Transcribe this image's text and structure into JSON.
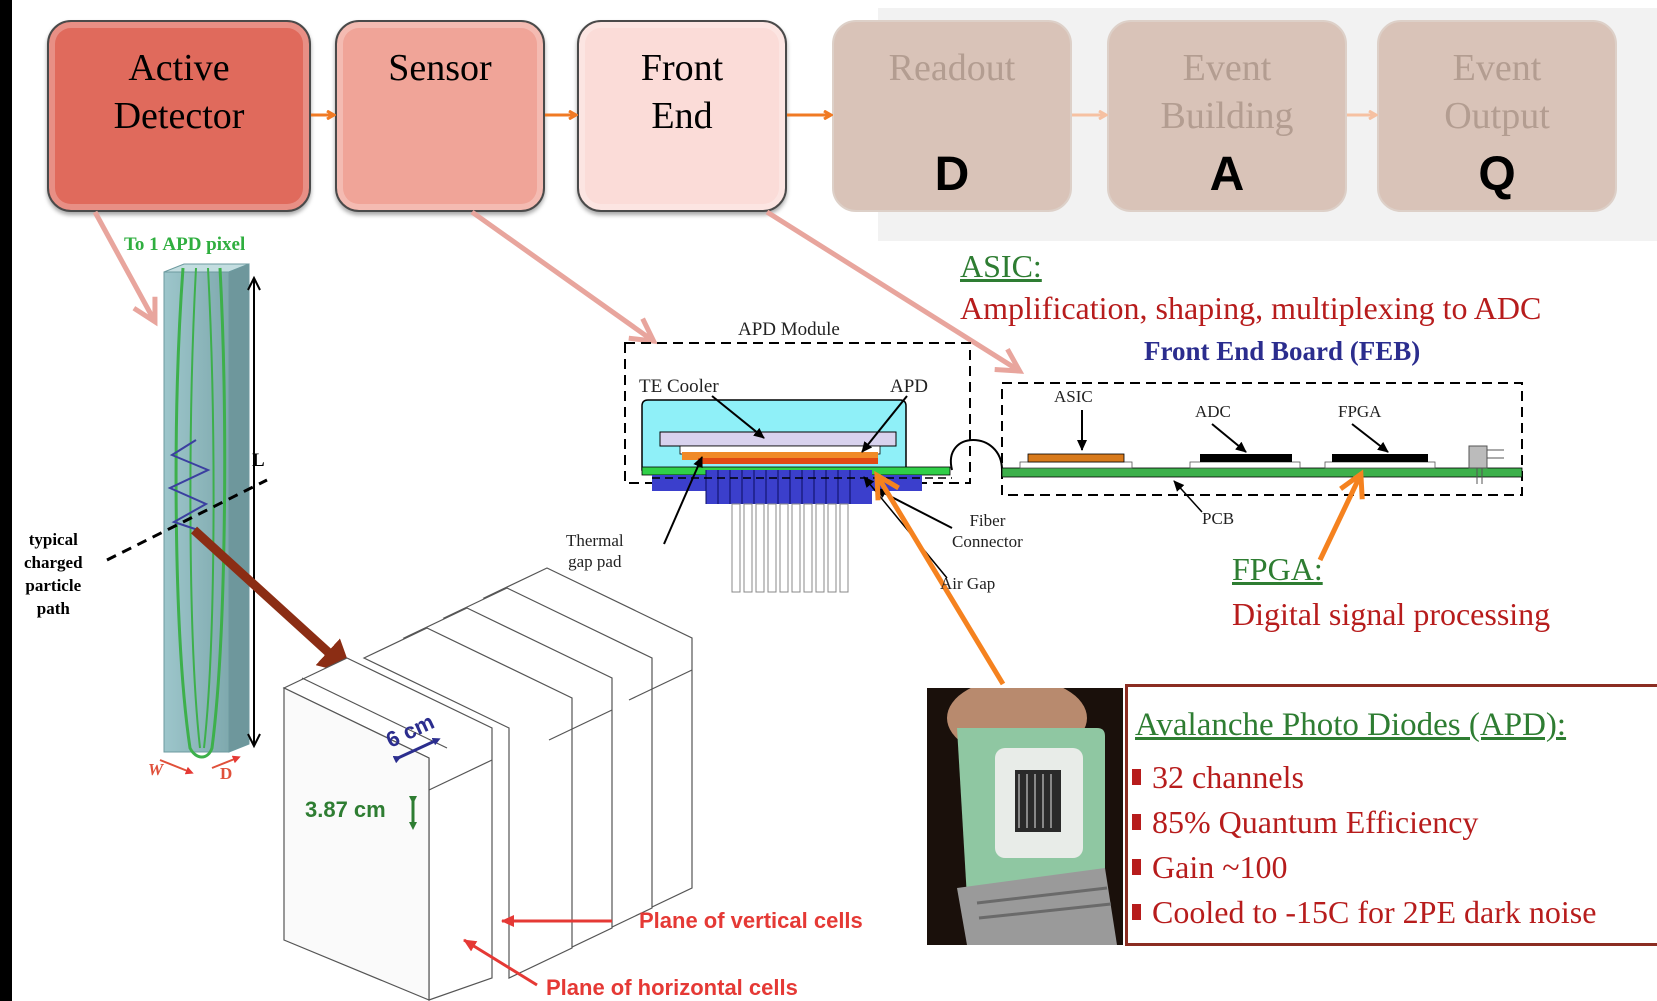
{
  "pipeline": {
    "stages": [
      {
        "label": "Active\nDetector",
        "color": "#e06a5c",
        "text_color": "#000000",
        "dimmed": false
      },
      {
        "label": "Sensor",
        "color": "#f0a498",
        "text_color": "#000000",
        "dimmed": false
      },
      {
        "label": "Front\nEnd",
        "color": "#fbdcd8",
        "text_color": "#000000",
        "dimmed": false
      },
      {
        "label": "Readout",
        "letter": "D",
        "color": "#d9c3b8",
        "text_color": "#b39d91",
        "dimmed": true
      },
      {
        "label": "Event\nBuilding",
        "letter": "A",
        "color": "#d9c3b8",
        "text_color": "#b39d91",
        "dimmed": true
      },
      {
        "label": "Event\nOutput",
        "letter": "Q",
        "color": "#d9c3b8",
        "text_color": "#b39d91",
        "dimmed": true
      }
    ]
  },
  "detector_cell": {
    "top_label": "To 1 APD pixel",
    "length_label": "L",
    "width_label": "W",
    "depth_label": "D",
    "particle_label": "typical\ncharged\nparticle\npath"
  },
  "cell_grid": {
    "width_label": "6 cm",
    "height_label": "3.87 cm",
    "vertical_plane_label": "Plane of vertical cells",
    "horizontal_plane_label": "Plane of horizontal cells"
  },
  "apd_module": {
    "title": "APD Module",
    "te_cooler": "TE Cooler",
    "apd": "APD",
    "thermal_gap_pad": "Thermal\ngap pad",
    "fiber_connector": "Fiber\nConnector",
    "air_gap": "Air Gap"
  },
  "feb": {
    "title": "Front End Board (FEB)",
    "asic": "ASIC",
    "adc": "ADC",
    "fpga": "FPGA",
    "pcb": "PCB"
  },
  "asic_note": {
    "heading": "ASIC:",
    "text": "Amplification, shaping, multiplexing to ADC"
  },
  "fpga_note": {
    "heading": "FPGA:",
    "text": "Digital signal processing"
  },
  "apd_features": {
    "heading": "Avalanche Photo Diodes (APD):",
    "items": [
      "32 channels",
      "85% Quantum Efficiency",
      "Gain ~100",
      "Cooled to -15C for 2PE dark noise"
    ]
  },
  "colors": {
    "pipeline_arrow": "#f07a24",
    "pink_arrow": "#e8a59d",
    "orange_arrow": "#f5821f",
    "brown_arrow": "#8b2d14",
    "green_note": "#2e7d32",
    "red_note": "#b71c1c",
    "feb_title": "#2b2d8e"
  }
}
